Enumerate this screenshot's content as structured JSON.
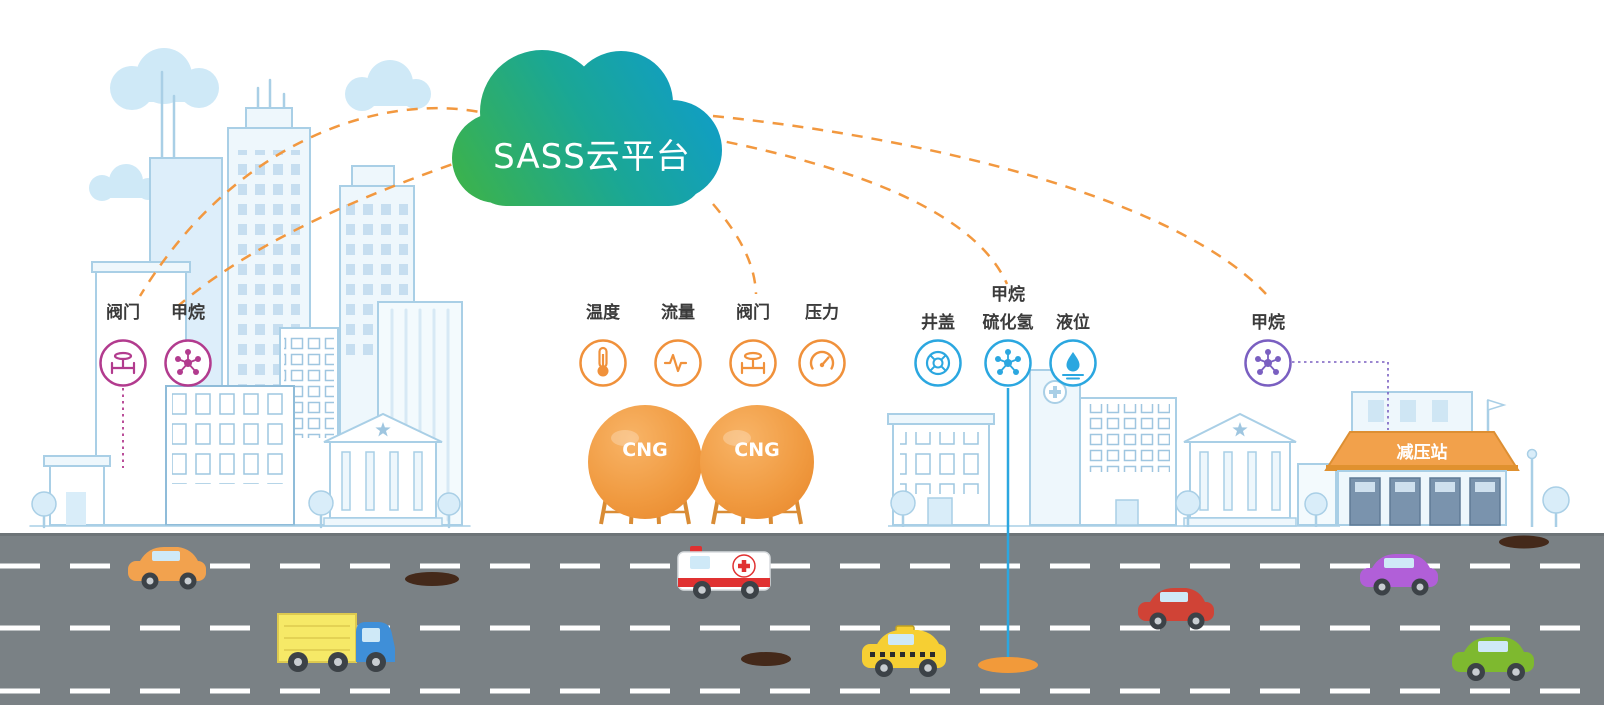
{
  "cloud": {
    "label": "SASS云平台"
  },
  "groups": {
    "city": {
      "color": "#b23b8e",
      "valve_label": "阀门",
      "methane_label": "甲烷",
      "icons": [
        "valve-icon",
        "molecule-icon"
      ]
    },
    "cng": {
      "color": "#f0913b",
      "temp_label": "温度",
      "flow_label": "流量",
      "valve_label": "阀门",
      "pressure_label": "压力",
      "icons": [
        "thermometer-icon",
        "flow-icon",
        "valve-icon",
        "gauge-icon"
      ]
    },
    "pipeline": {
      "color": "#2ba7e0",
      "manhole_label": "井盖",
      "methane_label": "甲烷",
      "h2s_label": "硫化氢",
      "level_label": "液位",
      "icons": [
        "manhole-icon",
        "molecule-icon",
        "level-icon"
      ]
    },
    "station_sensors": {
      "color": "#7a5fc1",
      "methane_label": "甲烷",
      "icons": [
        "molecule-icon"
      ]
    }
  },
  "tanks": {
    "label": "CNG"
  },
  "station": {
    "label": "减压站"
  },
  "colors": {
    "cloud_gradient_start": "#3bb24d",
    "cloud_gradient_end": "#0f9ccd",
    "connection_dash": "#f2983f",
    "city_group": "#b23b8e",
    "cng_group": "#f0913b",
    "pipeline_group": "#2ba7e0",
    "station_group": "#7a5fc1",
    "tank": "#f09a40",
    "road": "#7a8185",
    "building_outline": "#a9cfe6"
  }
}
